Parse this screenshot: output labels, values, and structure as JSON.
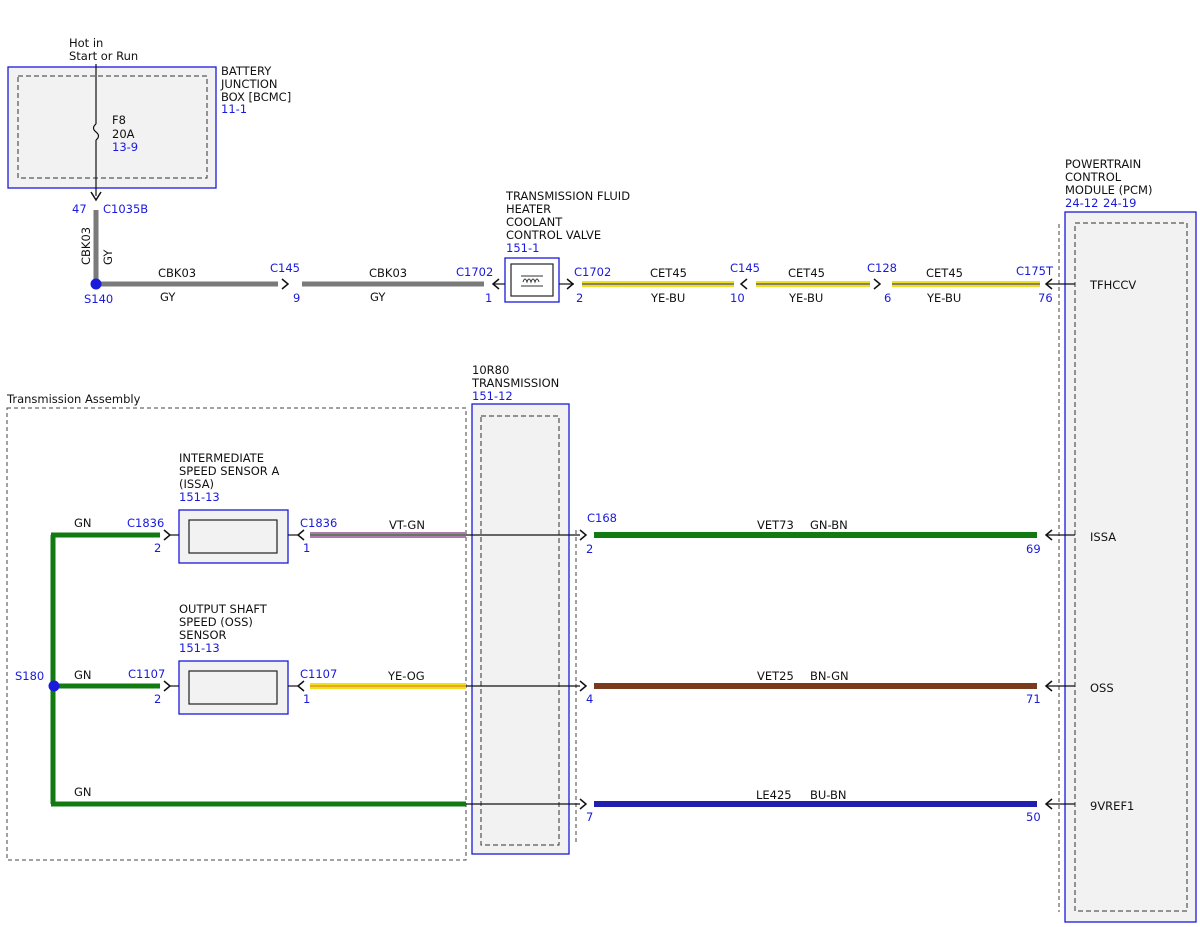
{
  "colors": {
    "blue": "#1a1adb",
    "black": "#111111",
    "gray_wire": "#7a7a7a",
    "green_wire": "#117a11",
    "brown_wire": "#7a3a1e",
    "blue_wire": "#1f1fb0",
    "yellow": "#f0e020",
    "violet": "#b07ab0",
    "module_fill": "#f2f2f2"
  },
  "bjb": {
    "hot": [
      "Hot in",
      "Start or Run"
    ],
    "name": [
      "BATTERY",
      "JUNCTION",
      "BOX [BCMC]"
    ],
    "ref": "11-1",
    "fuse_name": "F8",
    "fuse_rating": "20A",
    "fuse_ref": "13-9",
    "pin": "47",
    "connector": "C1035B"
  },
  "splices": {
    "s140": "S140",
    "s180": "S180"
  },
  "vertical_wire": {
    "circuit": "CBK03",
    "color": "GY"
  },
  "top_wire": {
    "seg1": {
      "circuit": "CBK03",
      "color": "GY"
    },
    "c145a": {
      "name": "C145",
      "pin": "9"
    },
    "seg2": {
      "circuit": "CBK03",
      "color": "GY"
    },
    "c1702a": {
      "name": "C1702",
      "pin": "1"
    },
    "c1702b": {
      "name": "C1702",
      "pin": "2"
    },
    "seg3": {
      "circuit": "CET45",
      "color": "YE-BU"
    },
    "c145b": {
      "name": "C145",
      "pin": "10"
    },
    "seg4": {
      "circuit": "CET45",
      "color": "YE-BU"
    },
    "c128": {
      "name": "C128",
      "pin": "6"
    },
    "seg5": {
      "circuit": "CET45",
      "color": "YE-BU"
    },
    "c175t": {
      "name": "C175T",
      "pin": "76"
    },
    "pcm_pin": "TFHCCV"
  },
  "valve": {
    "name": [
      "TRANSMISSION FLUID",
      "HEATER",
      "COOLANT",
      "CONTROL VALVE"
    ],
    "ref": "151-1"
  },
  "pcm": {
    "name": [
      "POWERTRAIN",
      "CONTROL",
      "MODULE (PCM)"
    ],
    "refs": [
      "24-12",
      "24-19"
    ]
  },
  "transmission": {
    "name": [
      "10R80",
      "TRANSMISSION"
    ],
    "ref": "151-12"
  },
  "assembly_label": "Transmission Assembly",
  "issa": {
    "name": [
      "INTERMEDIATE",
      "SPEED SENSOR A",
      "(ISSA)"
    ],
    "ref": "151-13",
    "left_conn": "C1836",
    "left_pin": "2",
    "left_color": "GN",
    "right_conn": "C1836",
    "right_pin": "1",
    "right_color": "VT-GN",
    "c168": "C168",
    "c168_pin": "2",
    "circuit": "VET73",
    "color": "GN-BN",
    "pcm_pin_num": "69",
    "pcm_pin": "ISSA"
  },
  "oss": {
    "name": [
      "OUTPUT SHAFT",
      "SPEED (OSS)",
      "SENSOR"
    ],
    "ref": "151-13",
    "left_conn": "C1107",
    "left_pin": "2",
    "left_color": "GN",
    "right_conn": "C1107",
    "right_pin": "1",
    "right_color": "YE-OG",
    "c168_pin": "4",
    "circuit": "VET25",
    "color": "BN-GN",
    "pcm_pin_num": "71",
    "pcm_pin": "OSS"
  },
  "vref": {
    "left_color": "GN",
    "c168_pin": "7",
    "circuit": "LE425",
    "color": "BU-BN",
    "pcm_pin_num": "50",
    "pcm_pin": "9VREF1"
  }
}
